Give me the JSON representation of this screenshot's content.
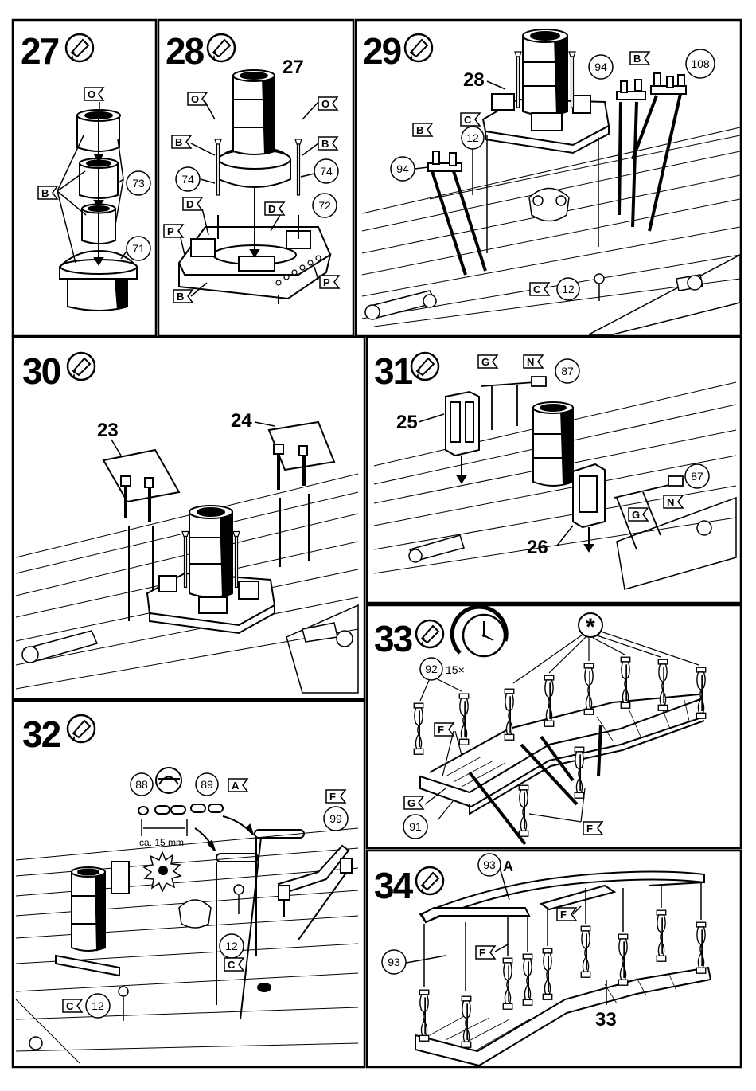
{
  "steps": [
    {
      "number": "27",
      "parts": [
        "73",
        "71"
      ],
      "flags": [
        "O",
        "B"
      ]
    },
    {
      "number": "28",
      "parts": [
        "27",
        "74",
        "74",
        "72"
      ],
      "flags": [
        "O",
        "O",
        "B",
        "B",
        "D",
        "D",
        "P",
        "P",
        "B"
      ]
    },
    {
      "number": "29",
      "parts": [
        "28",
        "12",
        "94",
        "94",
        "108",
        "12"
      ],
      "flags": [
        "B",
        "C",
        "B",
        "C"
      ]
    },
    {
      "number": "30",
      "parts": [
        "23",
        "24"
      ]
    },
    {
      "number": "31",
      "parts": [
        "25",
        "87",
        "87",
        "26"
      ],
      "flags": [
        "G",
        "N",
        "G",
        "N"
      ]
    },
    {
      "number": "32",
      "parts": [
        "88",
        "89",
        "99",
        "12",
        "12"
      ],
      "flags": [
        "A",
        "F",
        "C",
        "C"
      ],
      "measure": "ca. 15 mm"
    },
    {
      "number": "33",
      "parts": [
        "92",
        "91"
      ],
      "quantity": "15×",
      "flags": [
        "F",
        "G",
        "F"
      ],
      "marker": "*"
    },
    {
      "number": "34",
      "parts": [
        "93",
        "93",
        "33"
      ],
      "part_suffix": "A",
      "flags": [
        "F",
        "F"
      ]
    }
  ],
  "icons": {
    "glue": "glue-tube-icon",
    "clock": "drying-time-clock-icon",
    "knot": "knot-icon",
    "starburst": "burn-end-icon"
  }
}
